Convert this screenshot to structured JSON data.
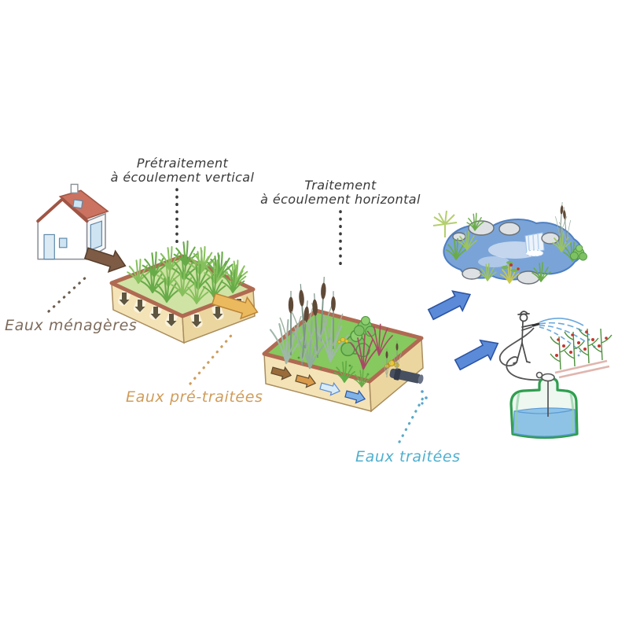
{
  "diagram": {
    "titles": {
      "pretreatment": {
        "line1": "Prétraitement",
        "line2": "à écoulement vertical"
      },
      "treatment": {
        "line1": "Traitement",
        "line2": "à écoulement horizontal"
      }
    },
    "flows": {
      "household": {
        "label": "Eaux ménagères",
        "label_color": "#7d6b5c",
        "arrow_color": "#7d5b44",
        "pointer_color": "#6b5d4f"
      },
      "pretreated": {
        "label": "Eaux pré-traitées",
        "label_color": "#d09c5a",
        "arrow_color": "#ecba5e",
        "pointer_color": "#cf9d5c"
      },
      "treated": {
        "label": "Eaux traitées",
        "label_color": "#4fafcf",
        "arrow_color": "#5b8bd8",
        "pointer_color": "#58aac9"
      }
    },
    "scene_elements": [
      "house",
      "vertical-flow-planted-bed",
      "horizontal-flow-planted-bed",
      "garden-pond",
      "watering-person",
      "irrigation-crops",
      "storage-tank",
      "outlet-pipe"
    ],
    "colors": {
      "background": "#ffffff",
      "title_text": "#3a3a3a",
      "pointer_title": "#3a3a3a",
      "roof": "#cb7260",
      "bed_wall": "#f4e3b6",
      "bed_wall_side": "#ecd69f",
      "bed_rim": "#b06a52",
      "bed1_grass": "#cfe3a4",
      "bed2_grass": "#86c95e",
      "face_arrow_brown": "#9a6b3a",
      "face_arrow_orange": "#d99a4a",
      "face_arrow_pale": "#d8ecf7",
      "face_arrow_blue": "#7fb3e8",
      "pond_water": "#7aa4d8",
      "tank_green": "#2f9e4f",
      "tank_water": "#8fc3e6",
      "spray_blue": "#6aa8dc"
    }
  }
}
